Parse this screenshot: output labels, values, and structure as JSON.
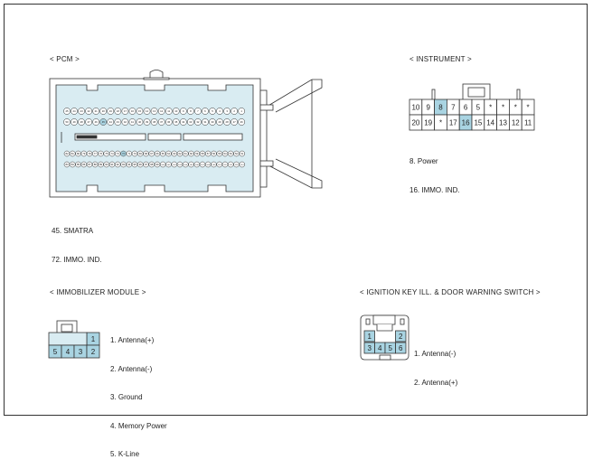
{
  "pcm": {
    "title": "< PCM >",
    "notes": [
      "45. SMATRA",
      "72. IMMO. IND."
    ],
    "row1": [
      "25",
      "24",
      "23",
      "22",
      "21",
      "20",
      "19",
      "18",
      "17",
      "16",
      "15",
      "14",
      "13",
      "12",
      "11",
      "10",
      "9",
      "8",
      "7",
      "6",
      "5",
      "4",
      "3",
      "2",
      "1"
    ],
    "row2": [
      "50",
      "49",
      "48",
      "47",
      "46",
      "45",
      "44",
      "43",
      "42",
      "41",
      "40",
      "39",
      "38",
      "37",
      "36",
      "35",
      "34",
      "33",
      "32",
      "31",
      "30",
      "29",
      "28",
      "27",
      "26"
    ],
    "row3": [
      "82",
      "81",
      "80",
      "79",
      "78",
      "77",
      "76",
      "75",
      "74",
      "73",
      "72",
      "71",
      "70",
      "69",
      "68",
      "67",
      "66",
      "65",
      "64",
      "63",
      "62",
      "61",
      "60",
      "59",
      "58",
      "57",
      "56",
      "55",
      "54",
      "53",
      "52",
      "51"
    ],
    "row4": [
      "83",
      "84",
      "85",
      "86",
      "87",
      "88",
      "89",
      "90",
      "91",
      "92",
      "93",
      "94",
      "95",
      "96",
      "97",
      "98",
      "99",
      "100",
      "101",
      "102",
      "103",
      "104",
      "105",
      "106",
      "107",
      "108",
      "109",
      "110",
      "111",
      "112",
      "113",
      "114"
    ],
    "highlight": [
      "45",
      "72"
    ]
  },
  "instrument": {
    "title": "< INSTRUMENT >",
    "top": [
      "10",
      "9",
      "8",
      "7",
      "6",
      "5",
      "*",
      "*",
      "*",
      "*"
    ],
    "bottom": [
      "20",
      "19",
      "*",
      "17",
      "16",
      "15",
      "14",
      "13",
      "12",
      "11"
    ],
    "highlight": [
      "8",
      "16"
    ],
    "notes": [
      "8. Power",
      "16. IMMO. IND."
    ]
  },
  "immobilizer": {
    "title": "< IMMOBILIZER MODULE >",
    "top_pin": "1",
    "bottom": [
      "5",
      "4",
      "3",
      "2"
    ],
    "notes": [
      "1. Antenna(+)",
      "2. Antenna(-)",
      "3. Ground",
      "4. Memory Power",
      "5. K-Line"
    ]
  },
  "ignition": {
    "title": "< IGNITION KEY ILL. & DOOR WARNING SWITCH >",
    "top": [
      "1",
      "*",
      "2"
    ],
    "bottom": [
      "3",
      "4",
      "5",
      "6"
    ],
    "notes": [
      "1. Antenna(-)",
      "2. Antenna(+)"
    ]
  },
  "colors": {
    "pin_fill": "#a9d4e2",
    "body_fill": "#d9ecf2",
    "line": "#333333"
  }
}
